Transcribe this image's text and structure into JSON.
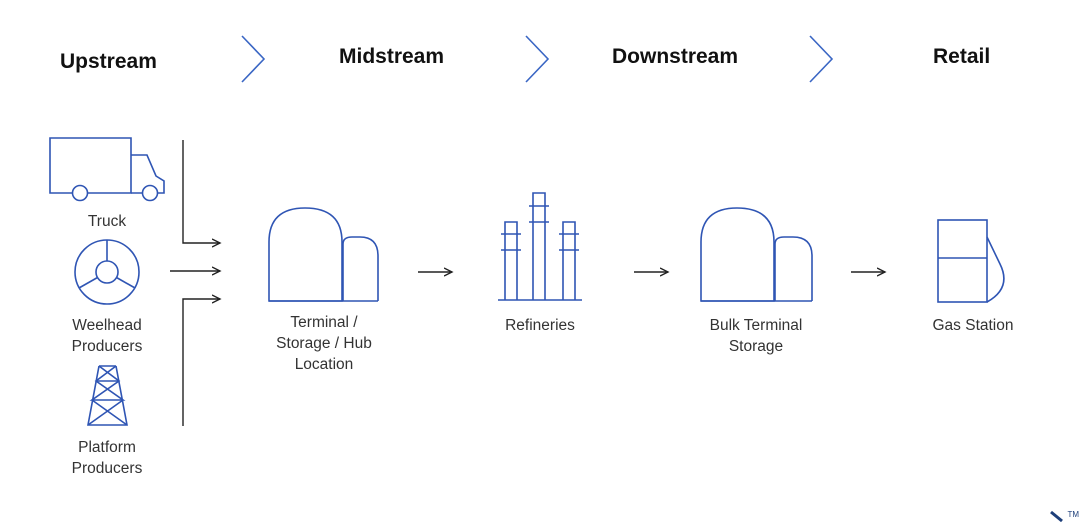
{
  "stages": {
    "upstream": "Upstream",
    "midstream": "Midstream",
    "downstream": "Downstream",
    "retail": "Retail"
  },
  "nodes": {
    "truck": [
      "Truck"
    ],
    "wellhead": [
      "Weelhead",
      "Producers"
    ],
    "platform": [
      "Platform",
      "Producers"
    ],
    "terminal": [
      "Terminal /",
      "Storage / Hub",
      "Location"
    ],
    "refineries": [
      "Refineries"
    ],
    "bulk_terminal": [
      "Bulk Terminal",
      "Storage"
    ],
    "gas_station": [
      "Gas Station"
    ]
  },
  "trademark": "TM",
  "colors": {
    "icon_stroke": "#2f55b4",
    "chevron": "#3a66c4",
    "arrow": "#222222",
    "text": "#333333",
    "stage_text": "#111111"
  },
  "icons": [
    "truck-icon",
    "wellhead-icon",
    "platform-tower-icon",
    "storage-tank-icon",
    "refinery-icon",
    "storage-tank-icon",
    "gas-pump-icon"
  ]
}
